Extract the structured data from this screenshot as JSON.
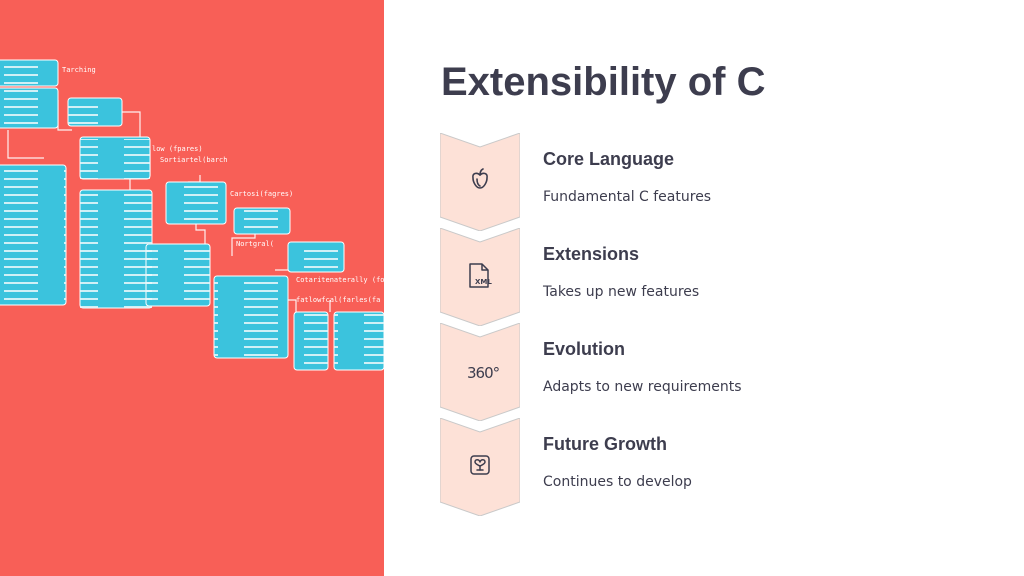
{
  "slide": {
    "title": "Extensibility of C",
    "accent_color": "#f85f57",
    "chevron_fill": "#fde1d7",
    "text_color": "#3d3d4e"
  },
  "steps": [
    {
      "title": "Core Language",
      "description": "Fundamental C features",
      "icon": "apple-icon"
    },
    {
      "title": "Extensions",
      "description": "Takes up new features",
      "icon": "xml-file-icon"
    },
    {
      "title": "Evolution",
      "description": "Adapts to new requirements",
      "icon": "360-icon",
      "icon_text": "360°"
    },
    {
      "title": "Future Growth",
      "description": "Continues to develop",
      "icon": "growth-badge-icon"
    }
  ],
  "illustration": {
    "description_icon": "code-flowchart-image",
    "labels": [
      "Tarching",
      "low (fpares)",
      "Sortiartel(barch",
      "Cartosi(fagres)",
      "Nortgral(",
      "Cotaritenaterally (foran)",
      "fatlowfcal(farles(fa"
    ]
  }
}
